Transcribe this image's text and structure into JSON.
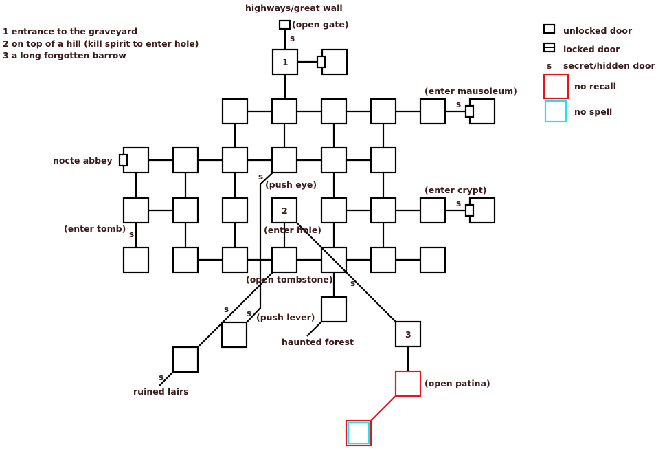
{
  "title": "graveyard area map",
  "notes": [
    "1 entrance to the graveyard",
    "2 on top of a hill (kill spirit to enter hole)",
    "3 a long forgotten barrow"
  ],
  "legend": {
    "unlocked_door": "unlocked door",
    "locked_door": "locked door",
    "secret_symbol": "s",
    "secret_door": "secret/hidden door",
    "no_recall": "no recall",
    "no_spell": "no spell"
  },
  "colors": {
    "line": "#000000",
    "text": "#3a1a1a",
    "no_recall": "#e8141c",
    "no_spell": "#1ee4f0"
  },
  "labels": {
    "highways": "highways/great wall",
    "open_gate": "(open gate)",
    "enter_mausoleum": "(enter mausoleum)",
    "nocte_abbey": "nocte abbey",
    "push_eye": "(push eye)",
    "enter_crypt": "(enter crypt)",
    "enter_tomb": "(enter tomb)",
    "enter_hole": "(enter hole)",
    "open_tombstone": "(open tombstone)",
    "push_lever": "(push lever)",
    "haunted_forest": "haunted forest",
    "ruined_lairs": "ruined lairs",
    "open_patina": "(open patina)"
  },
  "room_numbers": {
    "entrance": "1",
    "hill": "2",
    "barrow": "3"
  },
  "secret_marks": [
    "s",
    "s",
    "s",
    "s",
    "s",
    "s",
    "s",
    "s",
    "s",
    "s"
  ]
}
